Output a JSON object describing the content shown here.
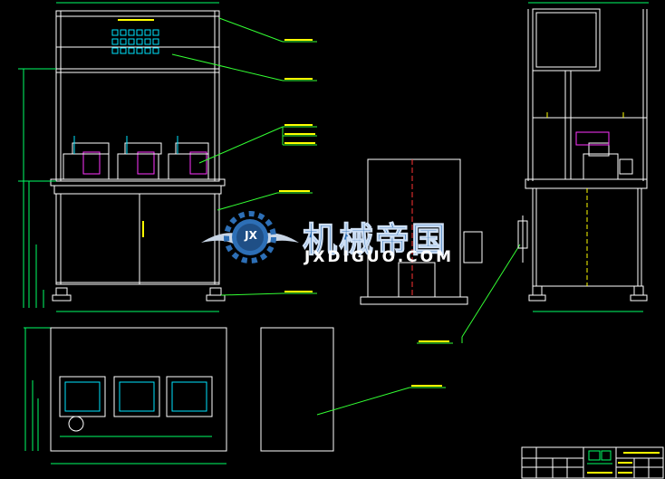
{
  "watermark": {
    "title": "机械帝国",
    "url": "JXDIGUO.COM",
    "badge": "JX",
    "colors": {
      "blue": "#2d6fb6",
      "wing": "#c9d6e6"
    }
  },
  "palette": {
    "frame": "#ffffff",
    "dim": "#00ff66",
    "leader": "#33ff33",
    "part": "#ffff00",
    "cyan": "#00e5ff",
    "magenta": "#ff33ff",
    "red": "#ff3333",
    "blue": "#4488ff"
  },
  "icons": {
    "logo": "gear-wing-logo-icon",
    "title_block_logo": "company-logo-icon"
  }
}
